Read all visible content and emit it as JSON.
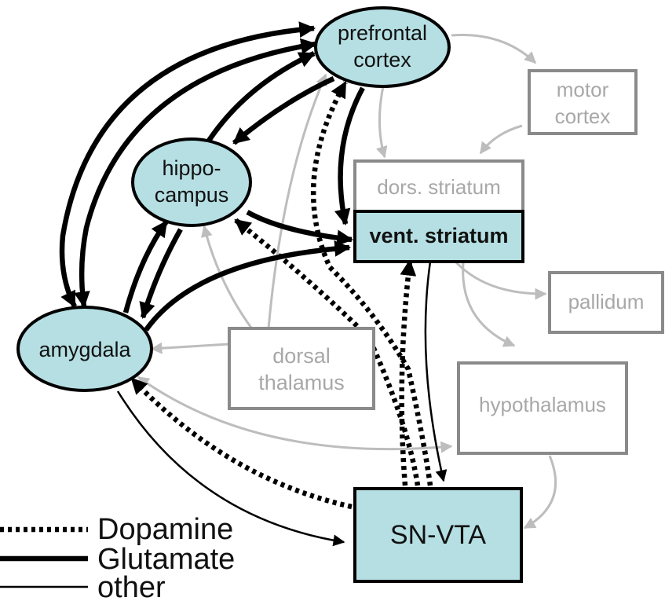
{
  "nodes": {
    "prefrontal": {
      "line1": "prefrontal",
      "line2": "cortex"
    },
    "hippocampus": {
      "line1": "hippo-",
      "line2": "campus"
    },
    "amygdala": {
      "label": "amygdala"
    },
    "motor": {
      "line1": "motor",
      "line2": "cortex"
    },
    "dors_striatum": {
      "label": "dors. striatum"
    },
    "vent_striatum": {
      "label": "vent. striatum"
    },
    "pallidum": {
      "label": "pallidum"
    },
    "dorsal_thalamus": {
      "line1": "dorsal",
      "line2": "thalamus"
    },
    "hypothalamus": {
      "label": "hypothalamus"
    },
    "sn_vta": {
      "label": "SN-VTA"
    }
  },
  "legend": {
    "dopamine": "Dopamine",
    "glutamate": "Glutamate",
    "other": "other"
  },
  "colors": {
    "node_fill": "#b5dfe3",
    "node_stroke": "#000000",
    "gray_box_stroke": "#8a8a8a",
    "gray_text": "#a8a8a8",
    "gray_arrow": "#bdbdbd",
    "black": "#000000"
  }
}
